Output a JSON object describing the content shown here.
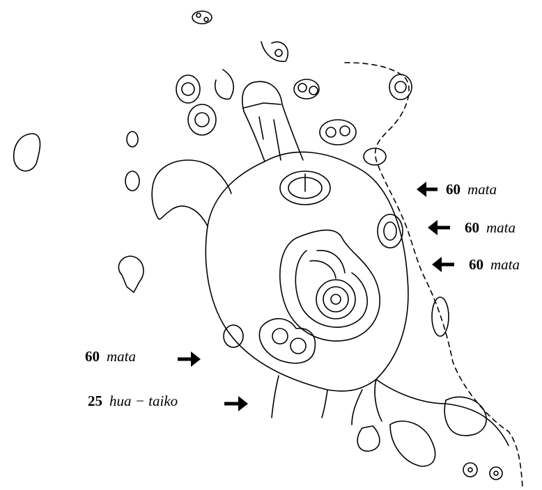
{
  "annotations": [
    {
      "id": "r1",
      "count": "60",
      "word": "mata"
    },
    {
      "id": "r2",
      "count": "60",
      "word": "mata"
    },
    {
      "id": "r3",
      "count": "60",
      "word": "mata"
    },
    {
      "id": "l1",
      "count": "60",
      "word": "mata"
    },
    {
      "id": "l2",
      "count": "25",
      "word": "hua − taiko"
    }
  ],
  "colors": {
    "ink": "#000000",
    "paper": "#ffffff"
  }
}
